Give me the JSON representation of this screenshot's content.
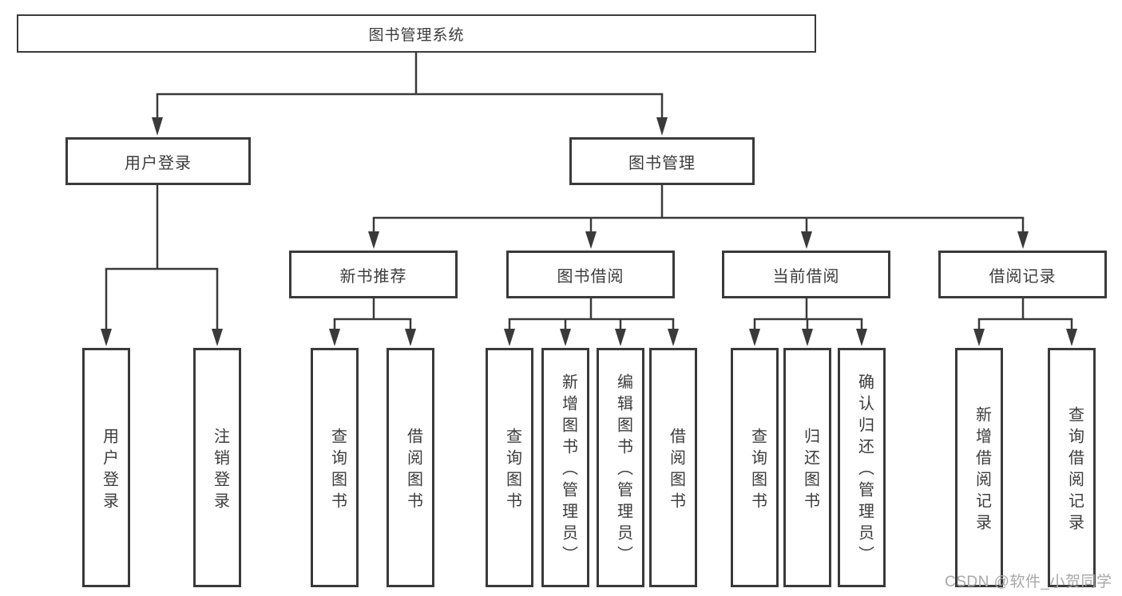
{
  "diagram": {
    "root": {
      "label": "图书管理系统"
    },
    "branches": [
      {
        "label": "用户登录",
        "children": [
          {
            "label": "用户登录"
          },
          {
            "label": "注销登录"
          }
        ]
      },
      {
        "label": "图书管理",
        "children": [
          {
            "label": "新书推荐",
            "children": [
              {
                "label": "查询图书"
              },
              {
                "label": "借阅图书"
              }
            ]
          },
          {
            "label": "图书借阅",
            "children": [
              {
                "label": "查询图书"
              },
              {
                "label": "新增图书（管理员）"
              },
              {
                "label": "编辑图书（管理员）"
              },
              {
                "label": "借阅图书"
              }
            ]
          },
          {
            "label": "当前借阅",
            "children": [
              {
                "label": "查询图书"
              },
              {
                "label": "归还图书"
              },
              {
                "label": "确认归还（管理员）"
              }
            ]
          },
          {
            "label": "借阅记录",
            "children": [
              {
                "label": "新增借阅记录"
              },
              {
                "label": "查询借阅记录"
              }
            ]
          }
        ]
      }
    ]
  },
  "watermark": {
    "text": "CSDN @软件_小贺同学"
  },
  "colors": {
    "line": "#3a3a3a",
    "text": "#3c3c3c",
    "box_background": "#ffffff",
    "watermark": "#a8a8a8"
  }
}
